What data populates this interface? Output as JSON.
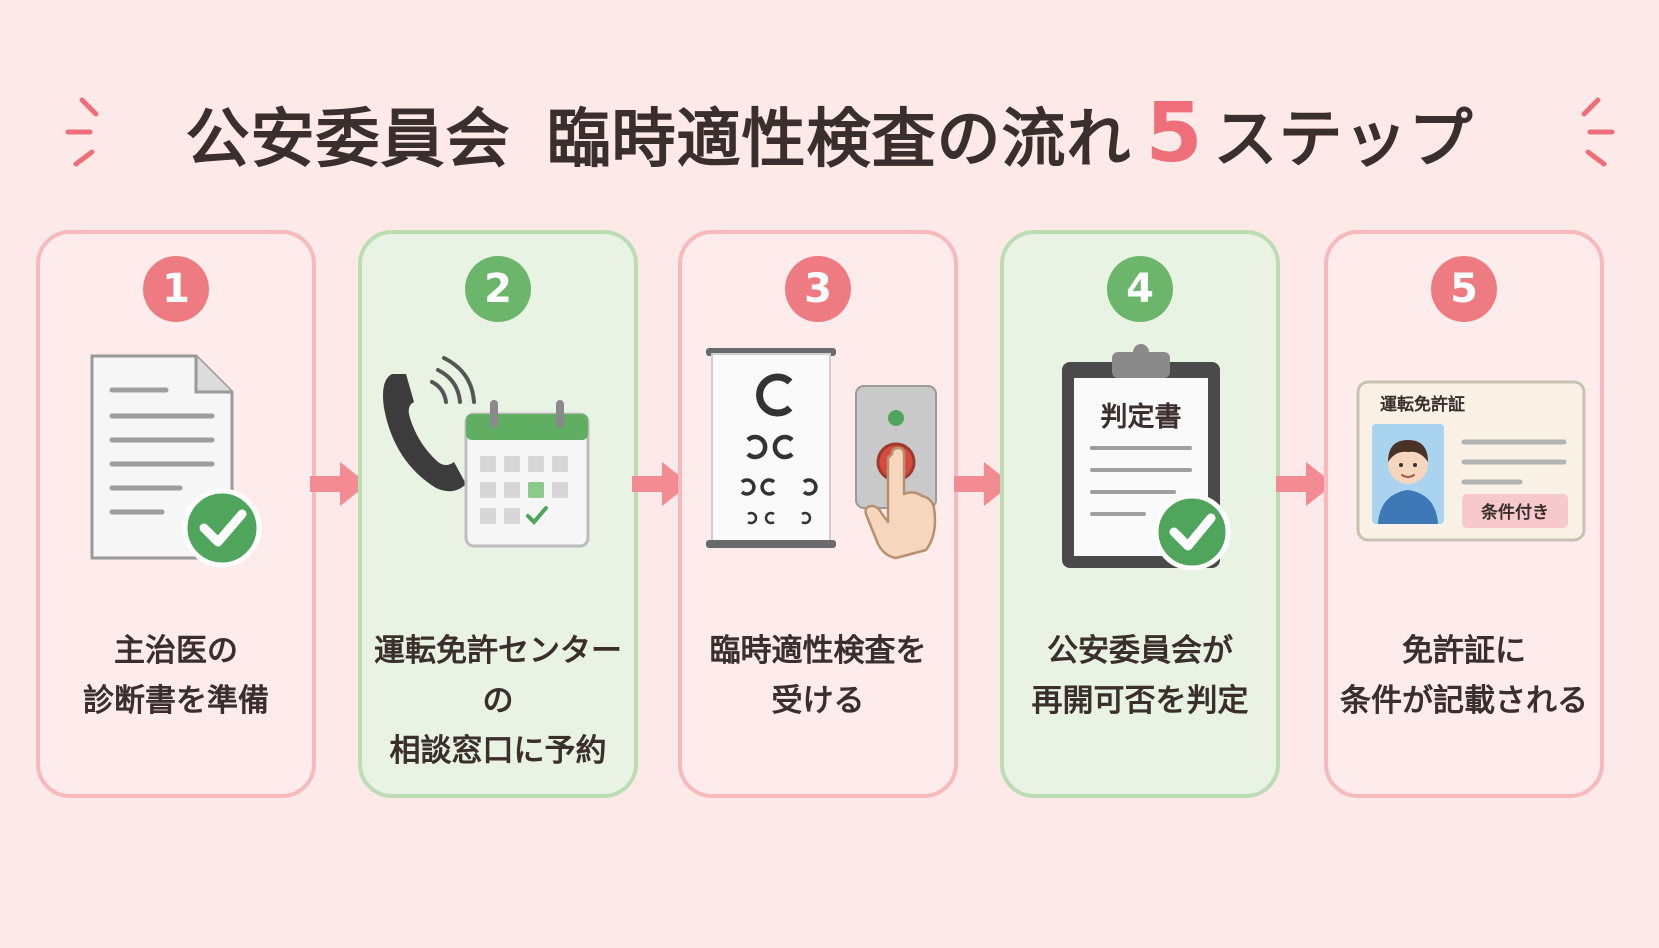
{
  "title": {
    "part1": "公安委員会",
    "part2": "臨時適性検査の流れ",
    "number": "5",
    "suffix": "ステップ"
  },
  "colors": {
    "pink_accent": "#ef7b82",
    "green_accent": "#6cb66c",
    "background": "#fde9e7"
  },
  "steps": [
    {
      "number": "1",
      "line1": "主治医の",
      "line2": "診断書を準備",
      "theme": "pink",
      "icons": [
        "document-icon",
        "check-icon"
      ]
    },
    {
      "number": "2",
      "line1": "運転免許センターの",
      "line2": "相談窓口に予約",
      "theme": "green",
      "icons": [
        "phone-icon",
        "calendar-icon"
      ]
    },
    {
      "number": "3",
      "line1": "臨時適性検査を",
      "line2": "受ける",
      "theme": "pink",
      "icons": [
        "eye-chart-icon",
        "button-press-icon"
      ]
    },
    {
      "number": "4",
      "line1": "公安委員会が",
      "line2": "再開可否を判定",
      "theme": "green",
      "clipboard_label": "判定書",
      "icons": [
        "clipboard-icon",
        "check-icon"
      ]
    },
    {
      "number": "5",
      "line1": "免許証に",
      "line2": "条件が記載される",
      "theme": "pink",
      "license_title": "運転免許証",
      "license_badge": "条件付き",
      "icons": [
        "license-card-icon",
        "avatar-icon"
      ]
    }
  ]
}
